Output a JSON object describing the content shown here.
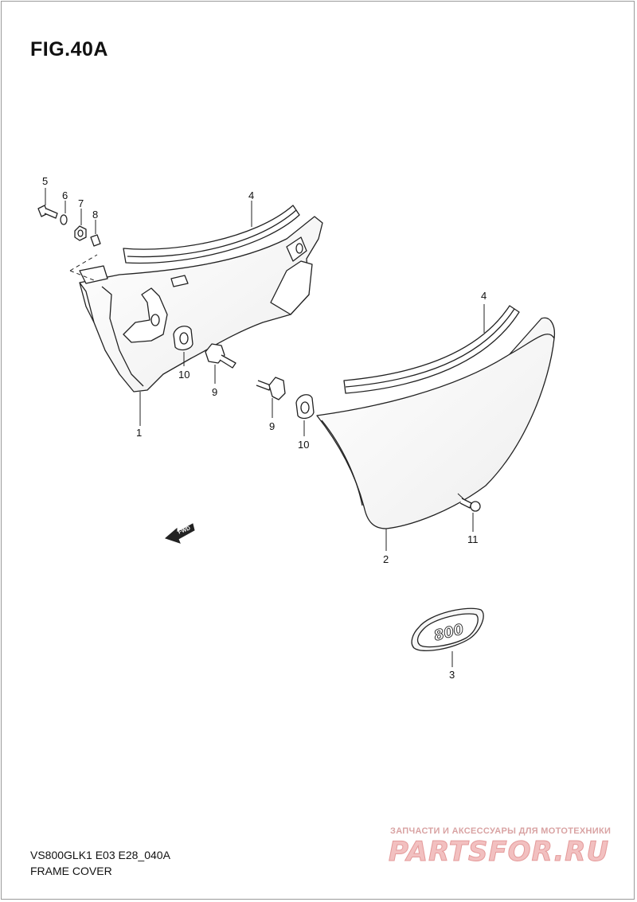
{
  "figure": {
    "title": "FIG.40A"
  },
  "footer": {
    "model_code": "VS800GLK1 E03 E28_040A",
    "name": "FRAME COVER"
  },
  "watermark": {
    "tagline": "ЗАПЧАСТИ И АКСЕССУАРЫ ДЛЯ МОТОТЕХНИКИ",
    "logo": "PARTSFOR.RU",
    "color": "#e8a0a0"
  },
  "badges": {
    "fwd": "FWD",
    "emblem": "800"
  },
  "callouts": {
    "part_1": "1",
    "part_2": "2",
    "part_3": "3",
    "part_4_left": "4",
    "part_4_right": "4",
    "part_5": "5",
    "part_6": "6",
    "part_7": "7",
    "part_8": "8",
    "part_9_left": "9",
    "part_9_right": "9",
    "part_10_left": "10",
    "part_10_right": "10",
    "part_11": "11"
  }
}
